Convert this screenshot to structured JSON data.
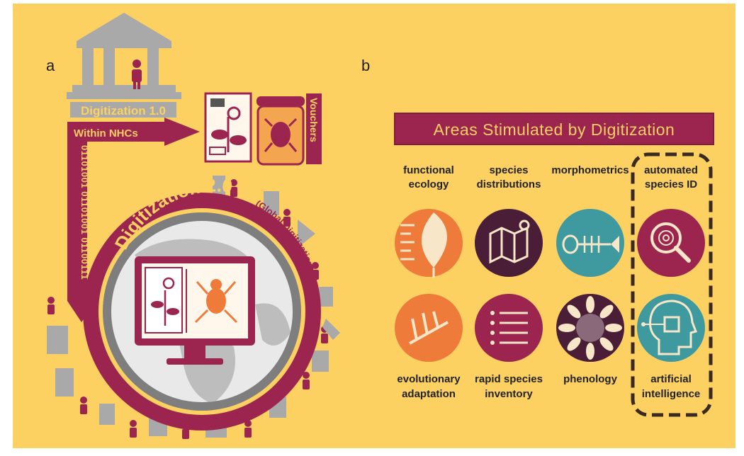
{
  "colors": {
    "background": "#fdd062",
    "maroon": "#9c2550",
    "maroon_dark": "#7e1d40",
    "grey": "#a9a9a9",
    "orange": "#ef7b3a",
    "teal": "#3f9aa0",
    "dark_plum": "#4a1e36",
    "cream": "#f7e6c8"
  },
  "panel_a": {
    "letter": "a",
    "digitization1": "Digitization 1.0",
    "within_nhcs": "Within NHCs",
    "vouchers": "Vouchers",
    "binary": "01101001 01101001 01100111",
    "digitization2": "Digitization 2.0",
    "global": "(Global Digitization)"
  },
  "panel_b": {
    "letter": "b",
    "banner": "Areas Stimulated by Digitization",
    "items": [
      {
        "label1": "functional",
        "label2": "ecology",
        "icon": "leaf-icon",
        "color": "#ef7b3a"
      },
      {
        "label1": "species",
        "label2": "distributions",
        "icon": "map-icon",
        "color": "#4a1e36"
      },
      {
        "label1": "morphometrics",
        "label2": "",
        "icon": "fish-skeleton-icon",
        "color": "#3f9aa0"
      },
      {
        "label1": "automated",
        "label2": "species ID",
        "icon": "fingerprint-magnifier-icon",
        "color": "#9c2550"
      },
      {
        "label1": "evolutionary",
        "label2": "adaptation",
        "icon": "phylogeny-icon",
        "color": "#ef7b3a"
      },
      {
        "label1": "rapid species",
        "label2": "inventory",
        "icon": "list-icon",
        "color": "#9c2550"
      },
      {
        "label1": "phenology",
        "label2": "",
        "icon": "sunflower-icon",
        "color": "#4a1e36"
      },
      {
        "label1": "artificial",
        "label2": "intelligence",
        "icon": "ai-head-icon",
        "color": "#3f9aa0"
      }
    ]
  }
}
